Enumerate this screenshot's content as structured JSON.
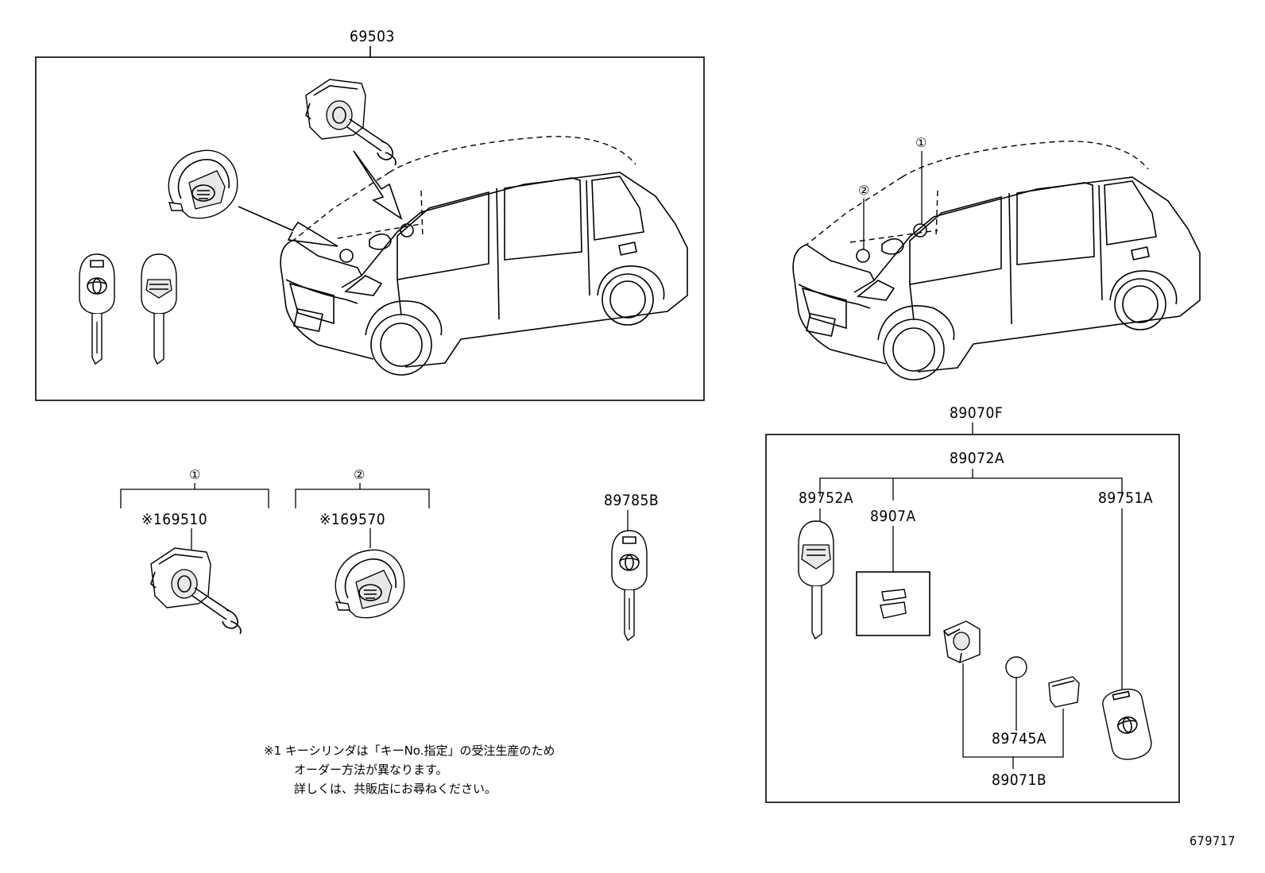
{
  "diagram": {
    "labels": {
      "assembly_top": "69503",
      "set_89070F": "89070F",
      "set_89072A": "89072A",
      "part_89752A": "89752A",
      "part_8907A": "8907A",
      "part_89751A": "89751A",
      "part_89785B": "89785B",
      "part_89745A": "89745A",
      "part_89071B": "89071B",
      "part_69510": "※169510",
      "part_69570": "※169570",
      "circle_1": "①",
      "circle_2": "②",
      "figure_id": "679717"
    },
    "note": {
      "line1": "※1 キーシリンダは「キーNo.指定」の受注生産のため",
      "line2": "オーダー方法が異なります。",
      "line3": "詳しくは、共販店にお尋ねください。"
    }
  }
}
